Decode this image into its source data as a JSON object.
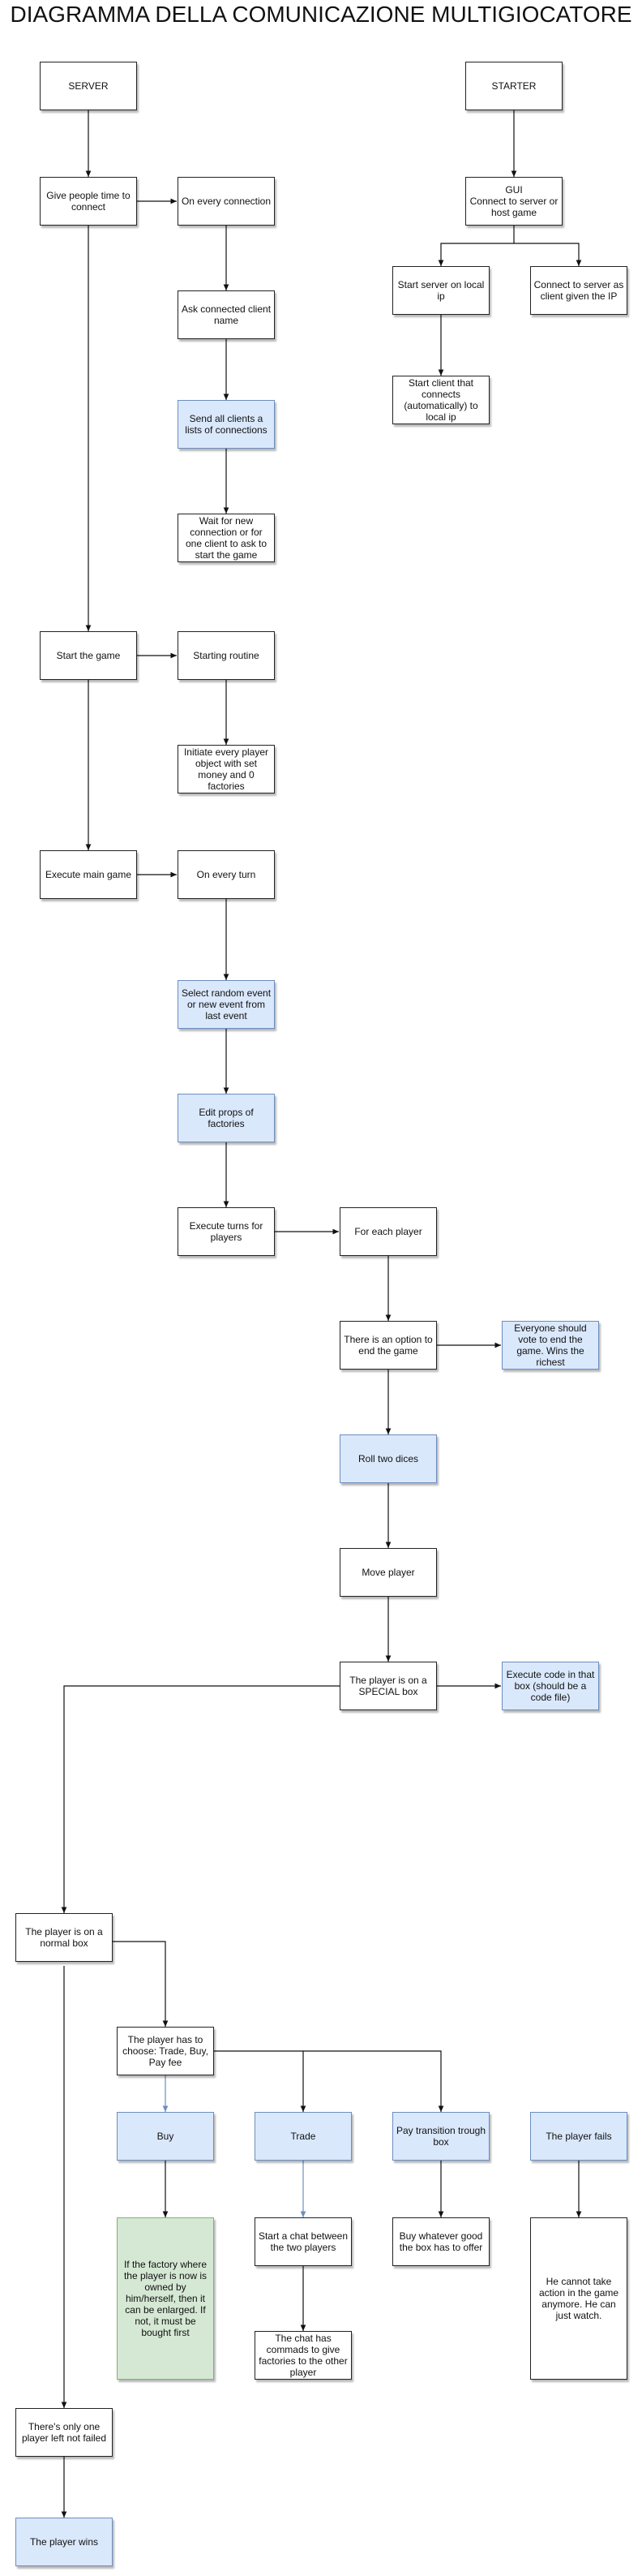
{
  "title": "DIAGRAMMA DELLA COMUNICAZIONE MULTIGIOCATORE",
  "colors": {
    "default_fill": "#ffffff",
    "default_stroke": "#222222",
    "blue_fill": "#dae8fc",
    "blue_stroke": "#6c8ebf",
    "green_fill": "#d5e8d4",
    "green_stroke": "#82b366"
  },
  "nodes": {
    "server": {
      "text": "SERVER",
      "style": "default"
    },
    "starter": {
      "text": "STARTER",
      "style": "default"
    },
    "give_time": {
      "text": "Give people time to connect",
      "style": "default"
    },
    "on_every_connection": {
      "text": "On every connection",
      "style": "default"
    },
    "gui": {
      "text": "GUI\nConnect to server or host game",
      "style": "default"
    },
    "start_server_local": {
      "text": "Start server on local ip",
      "style": "default"
    },
    "connect_as_client": {
      "text": "Connect to server as client given the IP",
      "style": "default"
    },
    "ask_client_name": {
      "text": "Ask connected client name",
      "style": "default"
    },
    "start_client_local": {
      "text": "Start client that connects (automatically) to local ip",
      "style": "default"
    },
    "send_connections": {
      "text": "Send all clients a lists of connections",
      "style": "blue"
    },
    "wait_connection": {
      "text": "Wait for new connection or for one client to ask to start the game",
      "style": "default"
    },
    "start_game": {
      "text": "Start the game",
      "style": "default"
    },
    "starting_routine": {
      "text": "Starting routine",
      "style": "default"
    },
    "initiate_player": {
      "text": "Initiate every player object with set money and 0 factories",
      "style": "default"
    },
    "execute_main_game": {
      "text": "Execute main game",
      "style": "default"
    },
    "on_every_turn": {
      "text": "On every turn",
      "style": "default"
    },
    "select_event": {
      "text": "Select random event or new event from last event",
      "style": "blue"
    },
    "edit_props": {
      "text": "Edit props of factories",
      "style": "blue"
    },
    "execute_turns": {
      "text": "Execute turns for players",
      "style": "default"
    },
    "for_each_player": {
      "text": "For each player",
      "style": "default"
    },
    "option_end": {
      "text": "There is an option to end the game",
      "style": "default"
    },
    "everyone_vote": {
      "text": "Everyone should vote to end the game. Wins the richest",
      "style": "blue"
    },
    "roll_dices": {
      "text": "Roll two dices",
      "style": "blue"
    },
    "move_player": {
      "text": "Move player",
      "style": "default"
    },
    "special_box": {
      "text": "The player is on a SPECIAL box",
      "style": "default"
    },
    "execute_code_box": {
      "text": "Execute code in that box (should be a code file)",
      "style": "blue"
    },
    "normal_box": {
      "text": "The player is on a normal box",
      "style": "default"
    },
    "has_to_choose": {
      "text": "The player has to choose: Trade, Buy, Pay fee",
      "style": "default"
    },
    "buy": {
      "text": "Buy",
      "style": "blue"
    },
    "trade": {
      "text": "Trade",
      "style": "blue"
    },
    "pay_transition": {
      "text": "Pay transition trough box",
      "style": "blue"
    },
    "player_fails": {
      "text": "The player fails",
      "style": "blue"
    },
    "factory_owned": {
      "text": "If the factory where the player is now is owned by him/herself, then it can be enlarged. If not, it must be bought first",
      "style": "green"
    },
    "start_chat": {
      "text": "Start a chat between the two players",
      "style": "default"
    },
    "buy_whatever": {
      "text": "Buy whatever good the box has to offer",
      "style": "default"
    },
    "cannot_take_action": {
      "text": "He cannot take action in the game anymore. He can just watch.",
      "style": "default"
    },
    "chat_commands": {
      "text": "The chat has commads to give factories to the other player",
      "style": "default"
    },
    "one_player_left": {
      "text": "There's only one player left not failed",
      "style": "default"
    },
    "player_wins": {
      "text": "The player wins",
      "style": "blue"
    }
  }
}
